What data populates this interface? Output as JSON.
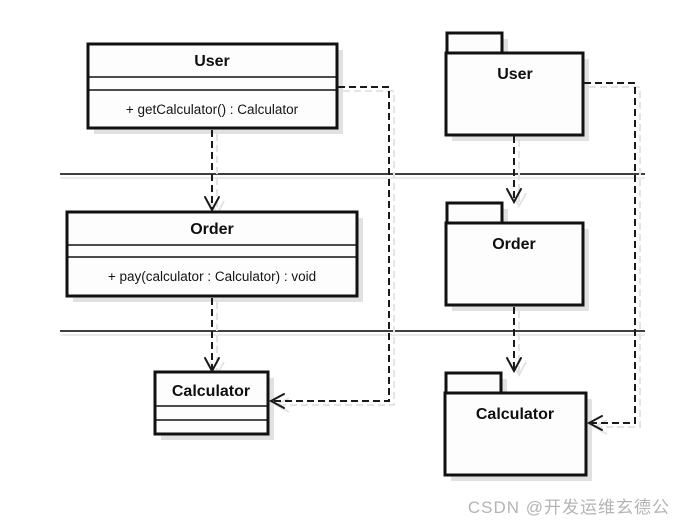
{
  "diagram": {
    "kind": "uml-dependency-diagram",
    "description": "Left column: three UML classes in layered tiers; right column: the same elements as UML packages; dashed open-arrow dependencies cross two horizontal layer-separator lines.",
    "classes": [
      {
        "name": "User",
        "attributes": [],
        "operations": [
          "+ getCalculator() : Calculator"
        ]
      },
      {
        "name": "Order",
        "attributes": [],
        "operations": [
          "+ pay(calculator : Calculator) : void"
        ]
      },
      {
        "name": "Calculator",
        "attributes": [],
        "operations": []
      }
    ],
    "packages": [
      {
        "name": "User"
      },
      {
        "name": "Order"
      },
      {
        "name": "Calculator"
      }
    ],
    "dependencies": [
      {
        "from": "User",
        "to": "Order",
        "group": "classes",
        "style": "dashed-open-arrow"
      },
      {
        "from": "Order",
        "to": "Calculator",
        "group": "classes",
        "style": "dashed-open-arrow"
      },
      {
        "from": "User",
        "to": "Calculator",
        "group": "classes",
        "style": "dashed-open-arrow",
        "route": "right-side loop"
      },
      {
        "from": "User",
        "to": "Order",
        "group": "packages",
        "style": "dashed-open-arrow"
      },
      {
        "from": "Order",
        "to": "Calculator",
        "group": "packages",
        "style": "dashed-open-arrow"
      },
      {
        "from": "User",
        "to": "Calculator",
        "group": "packages",
        "style": "dashed-open-arrow",
        "route": "right-side loop"
      }
    ],
    "separators": {
      "count": 2
    },
    "colors": {
      "background": "#ffffff",
      "box_fill": "#fdfdfd",
      "box_border": "#111111",
      "shadow": "#c9c9c9",
      "separator": "#3f3f3f",
      "connector": "#1a1a1a"
    }
  },
  "watermark": {
    "text": "CSDN @开发运维玄德公",
    "color": "#b4b4b4"
  }
}
